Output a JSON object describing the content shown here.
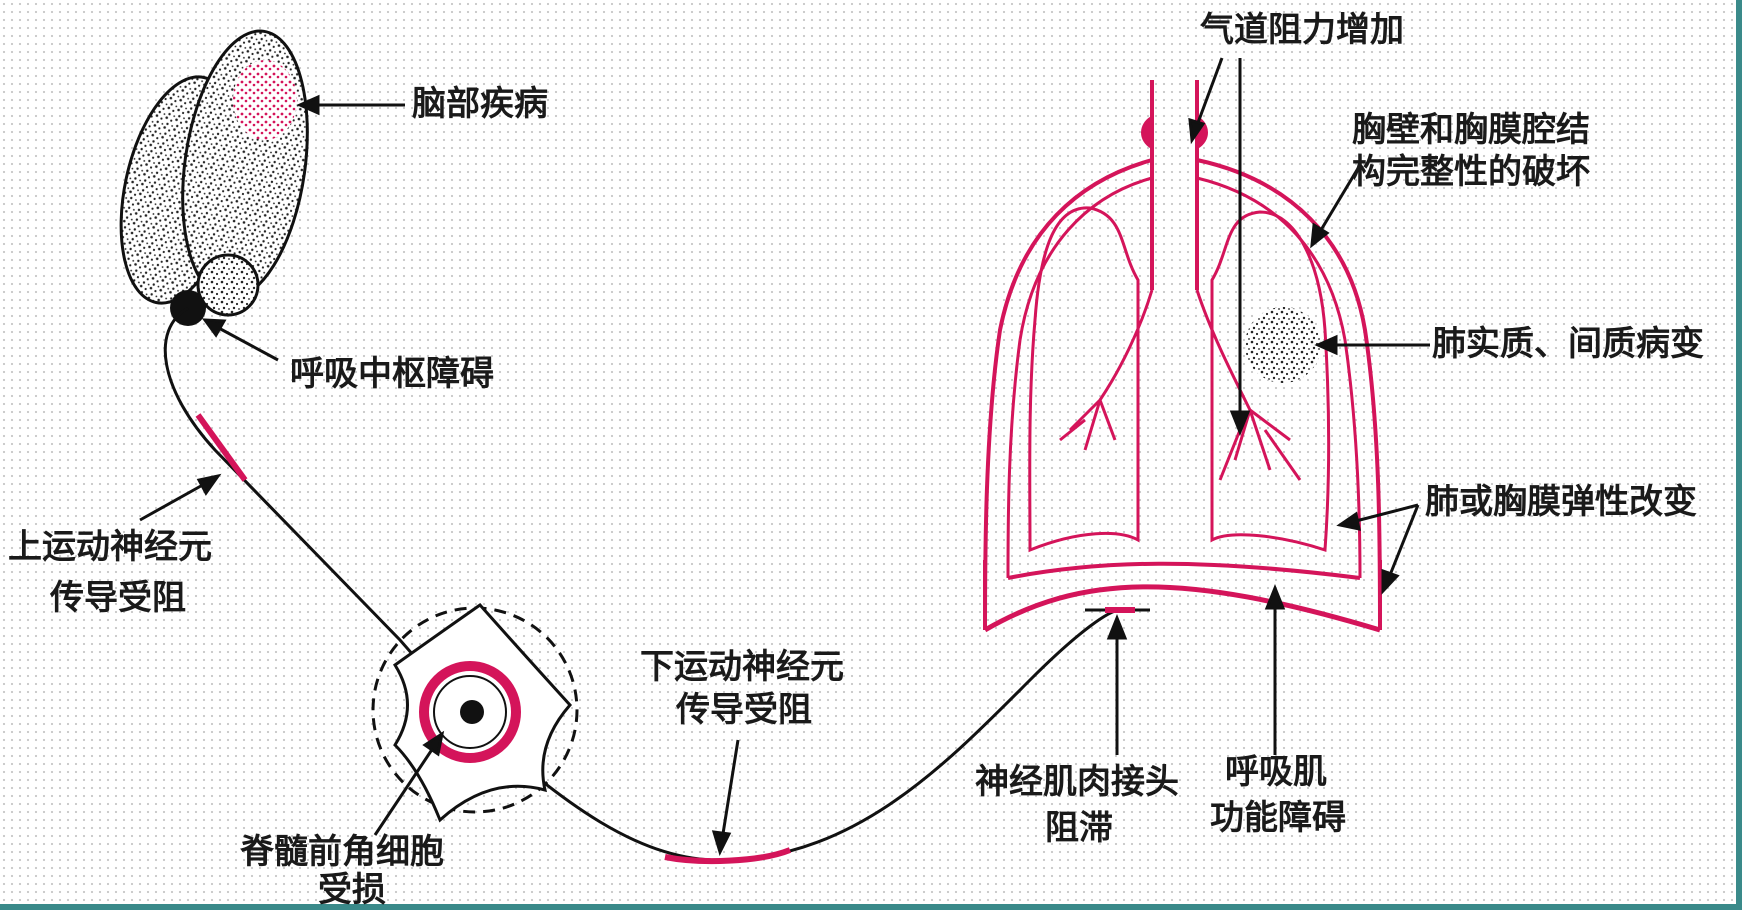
{
  "labels": {
    "brain_disease": "脑部疾病",
    "resp_center": "呼吸中枢障碍",
    "upper_motor_1": "上运动神经元",
    "upper_motor_2": "传导受阻",
    "anterior_horn_1": "脊髓前角细胞",
    "anterior_horn_2": "受损",
    "lower_motor_1": "下运动神经元",
    "lower_motor_2": "传导受阻",
    "nmj_1": "神经肌肉接头",
    "nmj_2": "阻滞",
    "resp_muscle_1": "呼吸肌",
    "resp_muscle_2": "功能障碍",
    "airway": "气道阻力增加",
    "chest_wall_1": "胸壁和胸膜腔结",
    "chest_wall_2": "构完整性的破坏",
    "parenchyma": "肺实质、间质病变",
    "elasticity": "肺或胸膜弹性改变"
  },
  "colors": {
    "accent": "#d4145a",
    "ink": "#111111",
    "frame": "#3a8a8a"
  }
}
